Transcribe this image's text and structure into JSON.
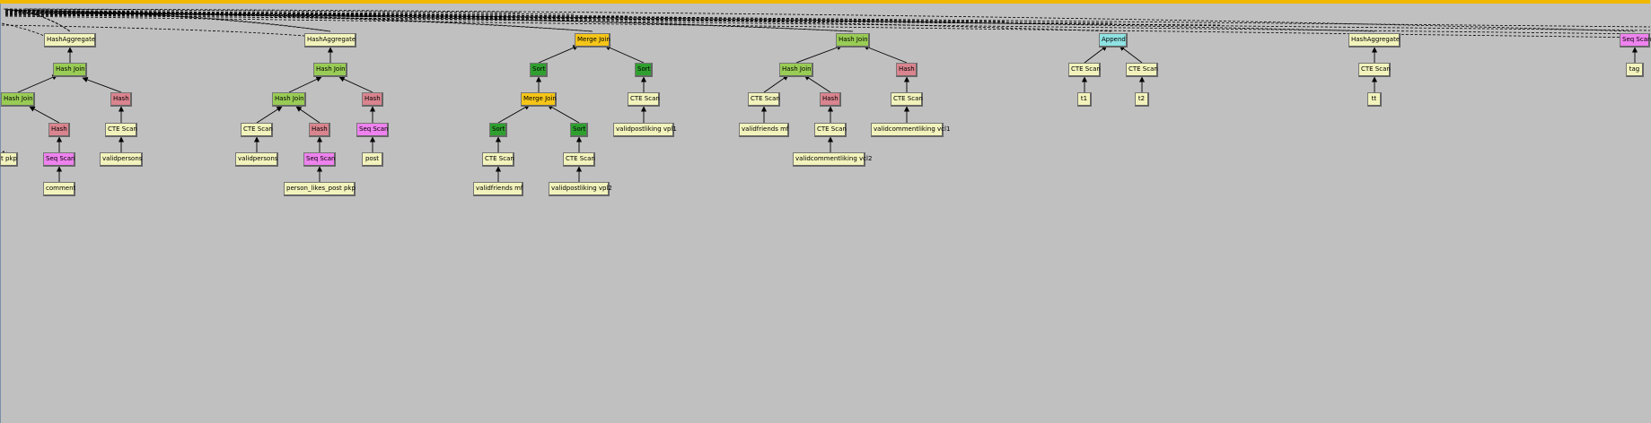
{
  "diagram": {
    "colors": {
      "aggregate": "#f2f3bc",
      "cte_scan": "#f2f3bc",
      "relation": "#f2f3bc",
      "hash_join": "#99cc55",
      "hash": "#d9848e",
      "seq_scan": "#ee82ee",
      "sort": "#2fa02f",
      "merge_join": "#f5c518",
      "append": "#8fe3e3",
      "title_bar": "#f0b800",
      "background": "#c0c0c0"
    },
    "nodes": {
      "t1_agg": "HashAggregate",
      "t1_hj1": "Hash Join",
      "t1_hj2": "Hash Join",
      "t1_hash1": "Hash",
      "t1_hash2": "Hash",
      "t1_seq": "Seq Scan",
      "t1_cte": "CTE Scan",
      "t1_rel_pkp": "t pkp",
      "t1_rel_comment": "comment",
      "t1_rel_validpersons": "validpersons",
      "t2_agg": "HashAggregate",
      "t2_hj1": "Hash Join",
      "t2_hj2": "Hash Join",
      "t2_hash1": "Hash",
      "t2_hash2": "Hash",
      "t2_seq1": "Seq Scan",
      "t2_seq2": "Seq Scan",
      "t2_cte": "CTE Scan",
      "t2_rel_validpersons": "validpersons",
      "t2_rel_plp": "person_likes_post pkp",
      "t2_rel_post": "post",
      "t3_mj1": "Merge Join",
      "t3_sort1": "Sort",
      "t3_sort2": "Sort",
      "t3_mj2": "Merge Join",
      "t3_sort3": "Sort",
      "t3_sort4": "Sort",
      "t3_cte1": "CTE Scan",
      "t3_cte2": "CTE Scan",
      "t3_cte3": "CTE Scan",
      "t3_rel_vpl1": "validpostliking vpl1",
      "t3_rel_mf": "validfriends mf",
      "t3_rel_vpl2": "validpostliking vpl2",
      "t4_hj1": "Hash Join",
      "t4_hj2": "Hash Join",
      "t4_hash1": "Hash",
      "t4_hash2": "Hash",
      "t4_cte1": "CTE Scan",
      "t4_cte2": "CTE Scan",
      "t4_cte3": "CTE Scan",
      "t4_rel_mf": "validfriends mf",
      "t4_rel_vcl2": "validcommentliking vcl2",
      "t4_rel_vcl1": "validcommentliking vcl1",
      "t5_append": "Append",
      "t5_cte1": "CTE Scan",
      "t5_cte2": "CTE Scan",
      "t5_rel_t1": "t1",
      "t5_rel_t2": "t2",
      "t6_agg": "HashAggregate",
      "t6_cte": "CTE Scan",
      "t6_rel_tt": "tt",
      "t7_seq": "Seq Scan",
      "t7_rel_tag": "tag"
    }
  }
}
